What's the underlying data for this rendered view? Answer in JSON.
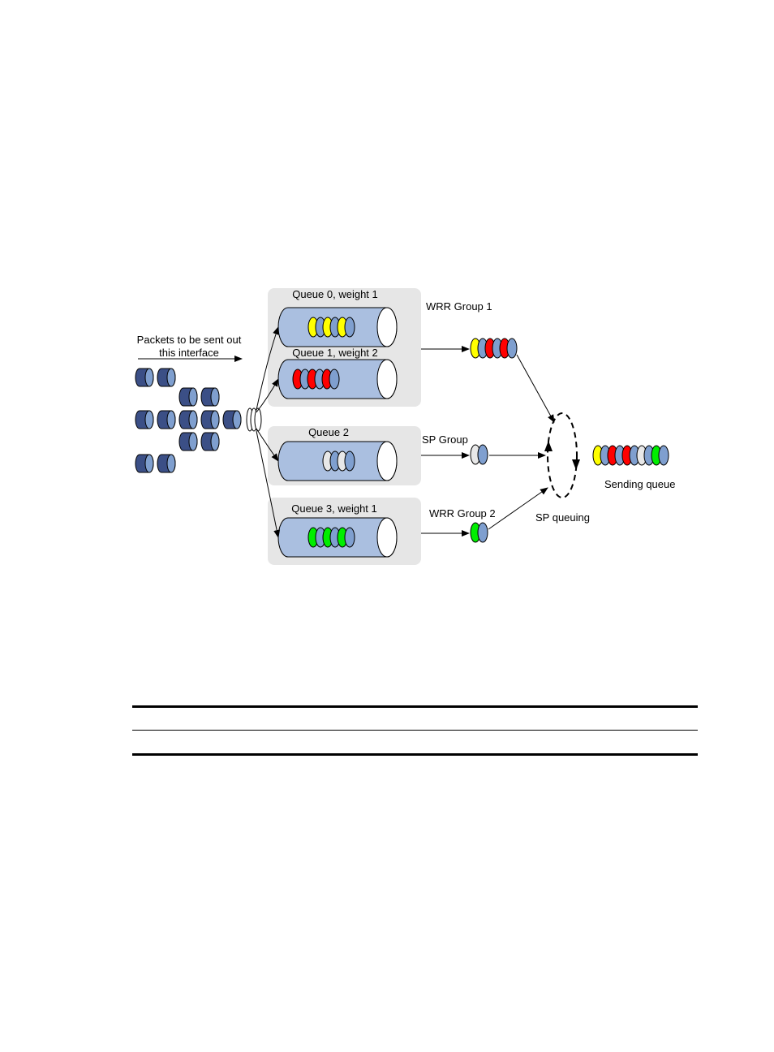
{
  "labels": {
    "incoming_line1": "Packets to be sent out",
    "incoming_line2": "this interface",
    "queue0": "Queue 0, weight 1",
    "queue1": "Queue 1, weight 2",
    "queue2": "Queue 2",
    "queue3": "Queue 3, weight 1",
    "wrr_group1": "WRR Group 1",
    "sp_group": "SP Group",
    "wrr_group2": "WRR Group 2",
    "sp_queuing": "SP queuing",
    "sending_queue": "Sending queue"
  },
  "colors": {
    "yellow": "#ffff00",
    "red": "#ff0000",
    "white": "#e8e8e8",
    "green": "#00ee00",
    "blue": "#7f9fcf",
    "navy": "#3b4f86",
    "queue_fill": "#aabfe0",
    "group_box": "#e6e6e6"
  },
  "queues": [
    {
      "name": "queue0",
      "packets": [
        "yellow",
        "blue",
        "yellow",
        "blue",
        "yellow",
        "blue"
      ]
    },
    {
      "name": "queue1",
      "packets": [
        "red",
        "blue",
        "red",
        "blue",
        "red",
        "blue"
      ]
    },
    {
      "name": "queue2",
      "packets": [
        "white",
        "blue",
        "white",
        "blue"
      ]
    },
    {
      "name": "queue3",
      "packets": [
        "green",
        "blue",
        "green",
        "blue",
        "green",
        "blue"
      ]
    }
  ],
  "group_outputs": {
    "wrr_group1": [
      "yellow",
      "blue",
      "red",
      "blue",
      "red",
      "blue"
    ],
    "sp_group": [
      "white",
      "blue"
    ],
    "wrr_group2": [
      "green",
      "blue"
    ]
  },
  "sending_queue": [
    "yellow",
    "blue",
    "red",
    "blue",
    "red",
    "blue",
    "white",
    "blue",
    "green",
    "blue"
  ]
}
